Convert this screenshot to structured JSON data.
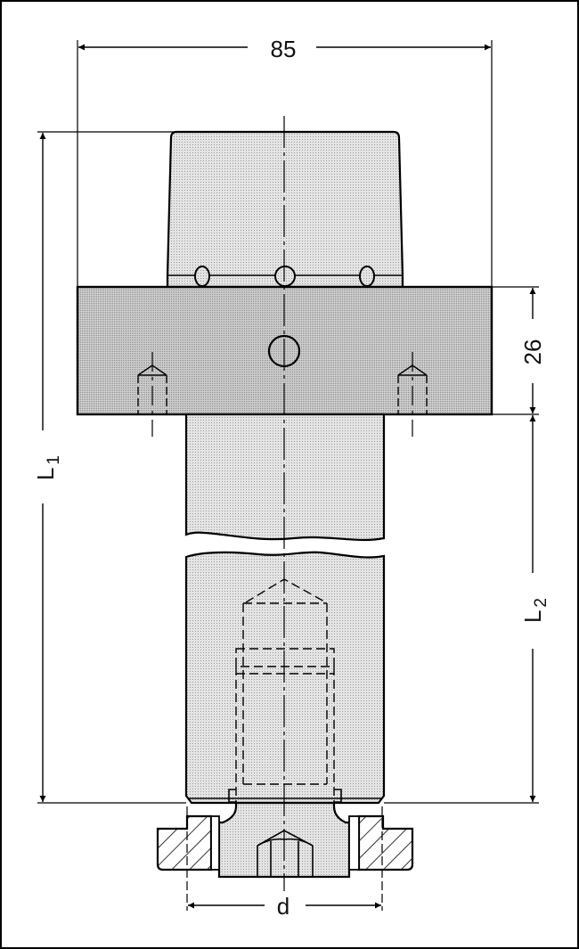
{
  "drawing": {
    "type": "technical-drawing",
    "subject": "tool holder with square flange and shaft",
    "dimensions": {
      "width_top": {
        "label": "85"
      },
      "flange_height": {
        "label": "26"
      },
      "overall_length": {
        "label": "L",
        "subscript": "1"
      },
      "shaft_length": {
        "label": "L",
        "subscript": "2"
      },
      "bore_diameter": {
        "label": "d"
      }
    },
    "colors": {
      "line": "#000000",
      "fill_light": "#dcdcdc",
      "fill_dark": "#c8c8c8",
      "background": "#ffffff"
    }
  }
}
